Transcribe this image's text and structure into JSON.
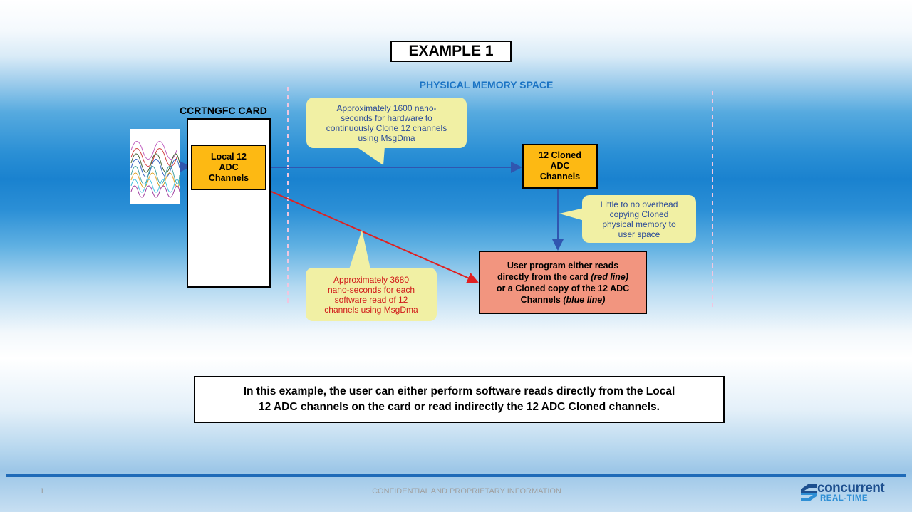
{
  "slide": {
    "title": "EXAMPLE 1",
    "memory_space_title": "PHYSICAL MEMORY SPACE",
    "card_title": "CCRTNGFC CARD"
  },
  "boxes": {
    "local_channels": [
      "Local 12",
      "ADC",
      "Channels"
    ],
    "cloned_channels": [
      "12 Cloned",
      "ADC",
      "Channels"
    ],
    "user_program": {
      "line1": "User program either reads",
      "line2_a": "directly from the card ",
      "line2_b": "(red line)",
      "line3": "or a Cloned copy of the 12 ADC",
      "line4_a": "Channels ",
      "line4_b": "(blue line)"
    }
  },
  "callouts": {
    "hardware_clone": [
      "Approximately 1600 nano-",
      "seconds for hardware to",
      "continuously Clone 12 channels",
      "using MsgDma"
    ],
    "software_read": [
      "Approximately 3680",
      "nano-seconds for each",
      "software read of 12",
      "channels using MsgDma"
    ],
    "overhead": [
      "Little to no overhead",
      "copying Cloned",
      "physical memory to",
      "user space"
    ]
  },
  "summary": {
    "line1": "In this example, the user can either perform software reads directly from the Local",
    "line2": "12 ADC channels on the card or read indirectly the 12 ADC Cloned channels."
  },
  "footer": {
    "page_number": "1",
    "text": "CONFIDENTIAL AND PROPRIETARY INFORMATION",
    "logo_word": "concurrent",
    "logo_sub": "REAL-TIME"
  },
  "colors": {
    "blue_line": "#3056b0",
    "red_line": "#e02020",
    "divider": "#f0c6e0",
    "orange_box": "#fdb913",
    "salmon_box": "#f2957f",
    "callout": "#f1f0a4"
  }
}
